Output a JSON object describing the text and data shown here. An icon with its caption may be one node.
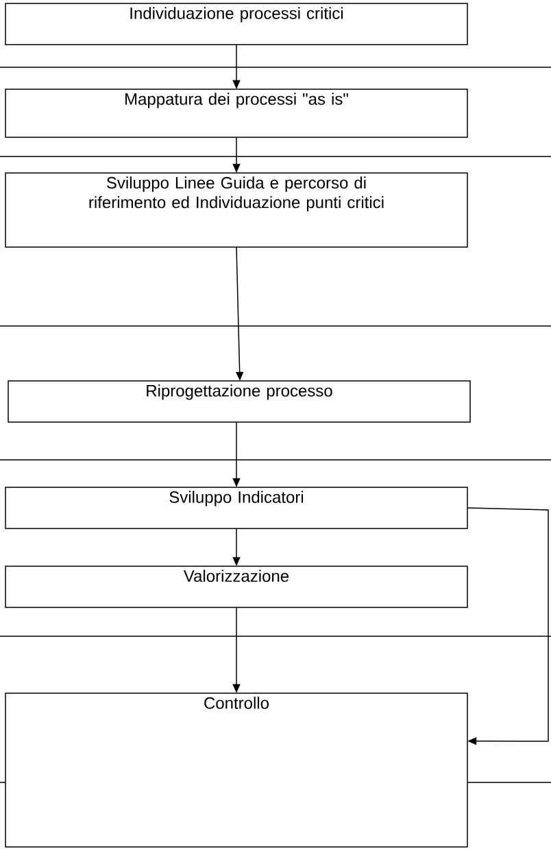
{
  "diagram": {
    "nodes": [
      {
        "text": [
          "Individuazione processi critici"
        ]
      },
      {
        "text": [
          "Mappatura dei processi \"as is\""
        ]
      },
      {
        "text": [
          "Sviluppo Linee Guida e percorso di riferimento ed Individuazione punti critici"
        ]
      },
      {
        "text": [
          "Riprogettazione processo"
        ]
      },
      {
        "text": [
          "Sviluppo Indicatori"
        ]
      },
      {
        "text": [
          "Valorizzazione"
        ]
      },
      {
        "text": [
          "Controllo"
        ]
      }
    ],
    "edges": [
      {
        "from": 0,
        "to": 1,
        "arrow": "to"
      },
      {
        "from": 1,
        "to": 2,
        "arrow": "to"
      },
      {
        "from": 2,
        "to": 3,
        "arrow": "to"
      },
      {
        "from": 3,
        "to": 4,
        "arrow": "to"
      },
      {
        "from": 4,
        "to": 5,
        "arrow": "to"
      },
      {
        "from": 5,
        "to": 6,
        "arrow": "to"
      },
      {
        "from": 4,
        "to": 6,
        "arrow": "to"
      }
    ]
  }
}
